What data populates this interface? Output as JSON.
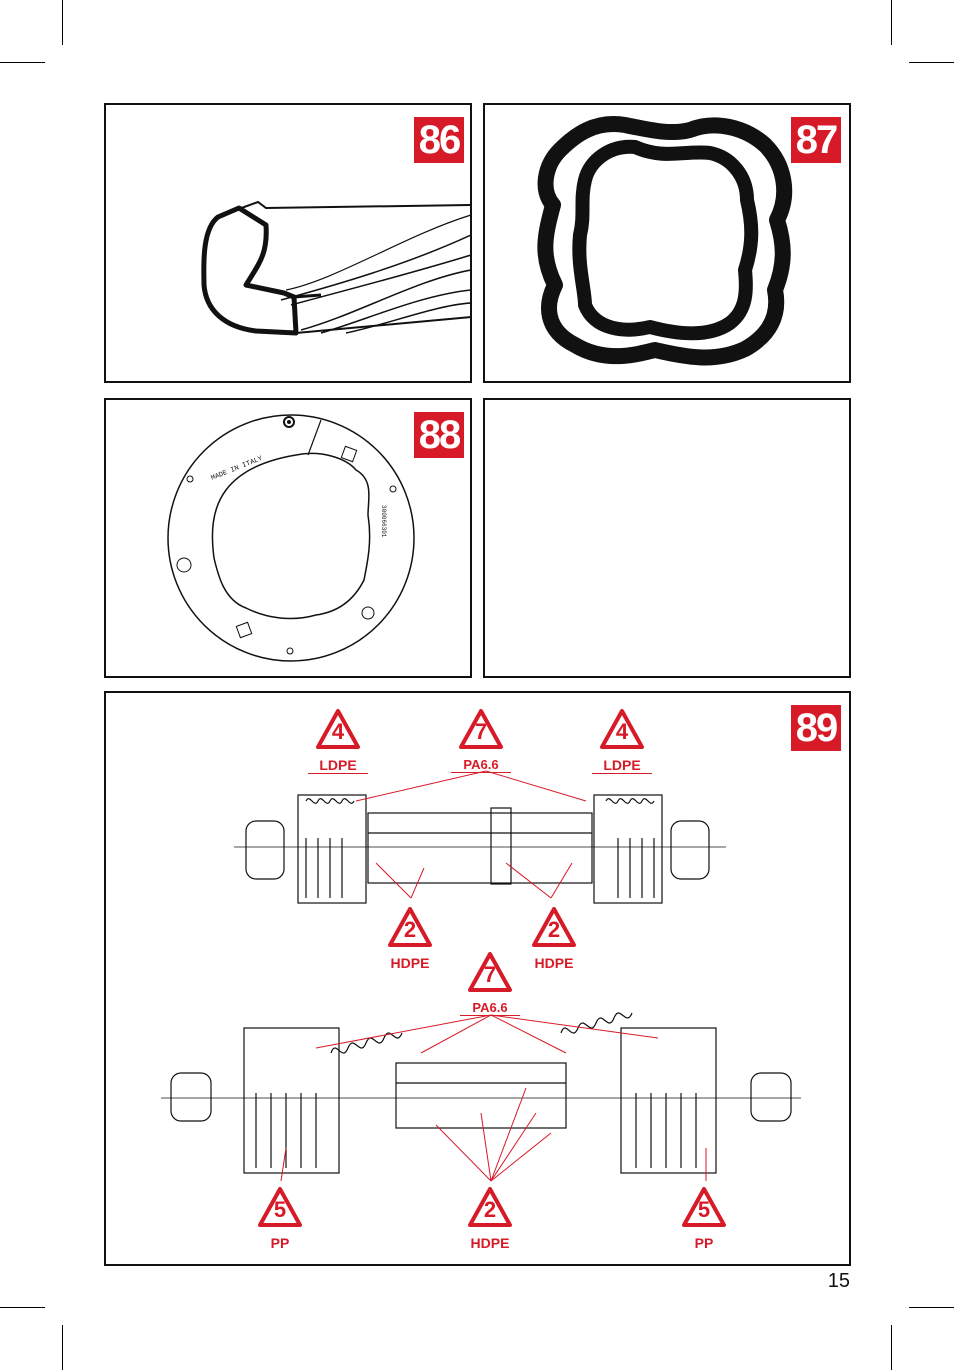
{
  "figures": {
    "fig86": {
      "number": "86"
    },
    "fig87": {
      "number": "87"
    },
    "fig88": {
      "number": "88",
      "ring_text_top": "MADE IN ITALY",
      "ring_text_right": "300066301"
    },
    "fig89": {
      "number": "89"
    }
  },
  "recycling": {
    "upper_assembly": [
      {
        "code": "4",
        "material": "LDPE"
      },
      {
        "code": "7",
        "material": "PA6.6"
      },
      {
        "code": "4",
        "material": "LDPE"
      },
      {
        "code": "2",
        "material": "HDPE"
      },
      {
        "code": "2",
        "material": "HDPE"
      }
    ],
    "lower_assembly": [
      {
        "code": "7",
        "material": "PA6.6"
      },
      {
        "code": "5",
        "material": "PP"
      },
      {
        "code": "2",
        "material": "HDPE"
      },
      {
        "code": "5",
        "material": "PP"
      }
    ]
  },
  "page": {
    "number": "15"
  },
  "colors": {
    "accent": "#d71a28",
    "line": "#111111"
  }
}
